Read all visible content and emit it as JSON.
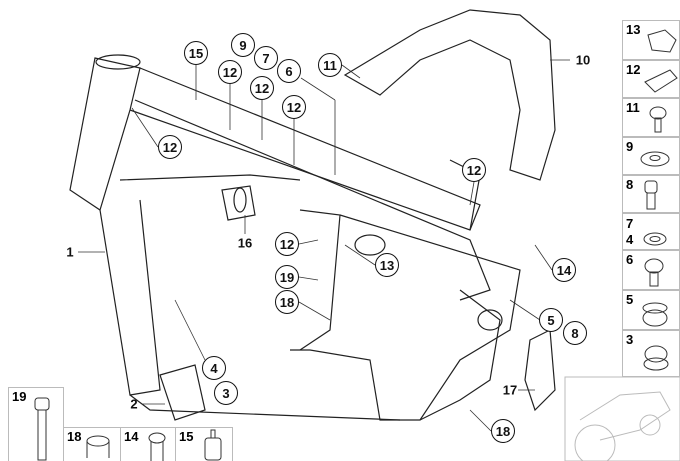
{
  "callouts_circled": [
    "15",
    "9",
    "7",
    "6",
    "11",
    "12",
    "12",
    "12",
    "12",
    "12",
    "12",
    "19",
    "18",
    "13",
    "14",
    "4",
    "3",
    "5",
    "8",
    "18"
  ],
  "callouts_plain": [
    "10",
    "16",
    "1",
    "2",
    "17"
  ],
  "side_parts": [
    {
      "label": "13"
    },
    {
      "label": "12"
    },
    {
      "label": "11"
    },
    {
      "label": "9"
    },
    {
      "label": "8"
    },
    {
      "label": "7\n4"
    },
    {
      "label": "6"
    },
    {
      "label": "5"
    },
    {
      "label": "3"
    }
  ],
  "bottom_parts": [
    {
      "label": "19"
    },
    {
      "label": "18"
    },
    {
      "label": "14"
    },
    {
      "label": "15"
    }
  ]
}
